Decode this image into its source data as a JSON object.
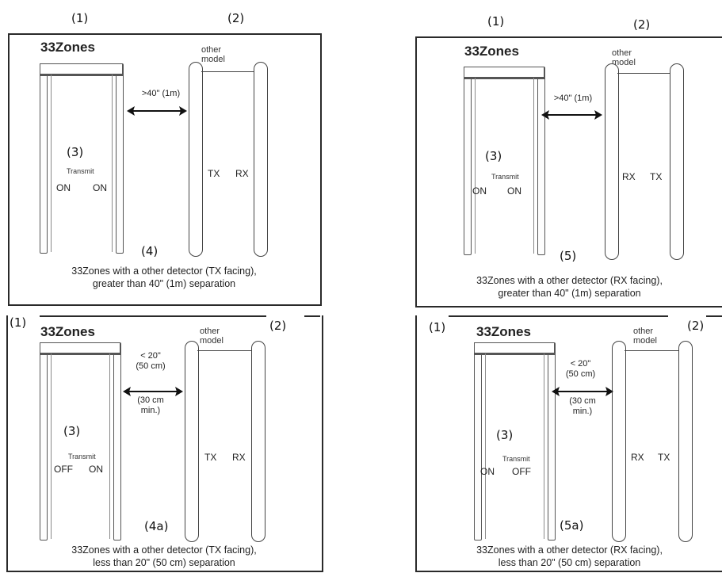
{
  "panels": [
    {
      "id": "p1",
      "brand": "33Zones",
      "model": "other model",
      "label_left": "(1)",
      "label_right": "(2)",
      "label_three": "(3)",
      "transmit": "Transmit",
      "state_left": "ON",
      "state_right": "ON",
      "port_left": "TX",
      "port_right": "RX",
      "distance": ">40\" (1m)",
      "distance_sub": "",
      "ref": "(4)",
      "caption_line1": "33Zones  with a  other detector (TX facing),",
      "caption_line2": "greater than 40\" (1m) separation"
    },
    {
      "id": "p2",
      "brand": "33Zones",
      "model": "other model",
      "label_left": "(1)",
      "label_right": "(2)",
      "label_three": "(3)",
      "transmit": "Transmit",
      "state_left": "ON",
      "state_right": "ON",
      "port_left": "RX",
      "port_right": "TX",
      "distance": ">40\" (1m)",
      "distance_sub": "",
      "ref": "(5)",
      "caption_line1": "33Zones with a  other detector (RX facing),",
      "caption_line2": "greater than 40\" (1m) separation"
    },
    {
      "id": "p3",
      "brand": "33Zones",
      "model": "other model",
      "label_left": "(1)",
      "label_right": "(2)",
      "label_three": "(3)",
      "transmit": "Transmit",
      "state_left": "OFF",
      "state_right": "ON",
      "port_left": "TX",
      "port_right": "RX",
      "distance": "< 20\"\n(50 cm)",
      "distance_sub": "(30 cm\nmin.)",
      "ref": "(4a)",
      "caption_line1": "33Zones with a  other detector (TX facing),",
      "caption_line2": "less than 20\" (50 cm) separation"
    },
    {
      "id": "p4",
      "brand": "33Zones",
      "model": "other model",
      "label_left": "(1)",
      "label_right": "(2)",
      "label_three": "(3)",
      "transmit": "Transmit",
      "state_left": "ON",
      "state_right": "OFF",
      "port_left": "RX",
      "port_right": "TX",
      "distance": "< 20\"\n(50 cm)",
      "distance_sub": "(30 cm\nmin.)",
      "ref": "(5a)",
      "caption_line1": "33Zones with a  other detector (RX facing),",
      "caption_line2": "less than 20\" (50 cm) separation"
    }
  ],
  "colors": {
    "line": "#2a2a2a",
    "background": "#ffffff"
  }
}
